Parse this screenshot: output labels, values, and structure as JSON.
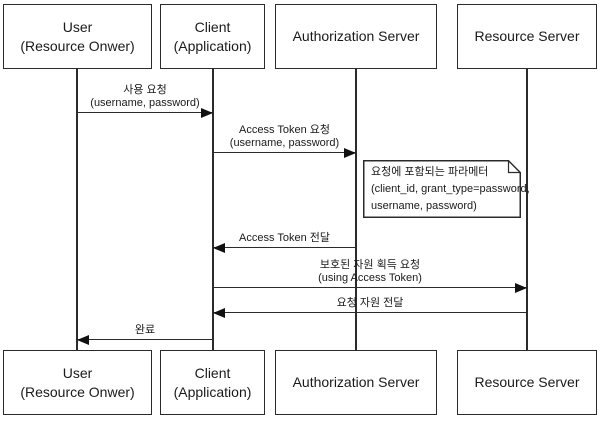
{
  "diagram": {
    "type": "sequence-diagram",
    "topic": "OAuth Resource Owner Password Credentials flow",
    "colors": {
      "background": "#ffffff",
      "line": "#2b2b2b",
      "box_fill": "#ffffff",
      "text": "#1a1a1a"
    },
    "actors": [
      {
        "name": "User",
        "subtitle": "(Resource Onwer)"
      },
      {
        "name": "Client",
        "subtitle": "(Application)"
      },
      {
        "name": "Authorization Server",
        "subtitle": ""
      },
      {
        "name": "Resource Server",
        "subtitle": ""
      }
    ],
    "messages": [
      {
        "label": "사용 요청",
        "sublabel": "(username, password)",
        "from": "User",
        "to": "Client",
        "direction": "right"
      },
      {
        "label": "Access Token 요청",
        "sublabel": "(username, password)",
        "from": "Client",
        "to": "Authorization Server",
        "direction": "right"
      },
      {
        "label": "Access Token 전달",
        "from": "Authorization Server",
        "to": "Client",
        "direction": "left"
      },
      {
        "label": "보호된 자원 획득 요청",
        "sublabel": "(using Access Token)",
        "from": "Client",
        "to": "Resource Server",
        "direction": "right"
      },
      {
        "label": "요청 자원 전달",
        "from": "Resource Server",
        "to": "Client",
        "direction": "left"
      },
      {
        "label": "완료",
        "from": "Client",
        "to": "User",
        "direction": "left"
      }
    ],
    "note": {
      "lines": [
        "요청에 포함되는 파라메터",
        "(client_id, grant_type=password,",
        "username, password)"
      ]
    }
  }
}
